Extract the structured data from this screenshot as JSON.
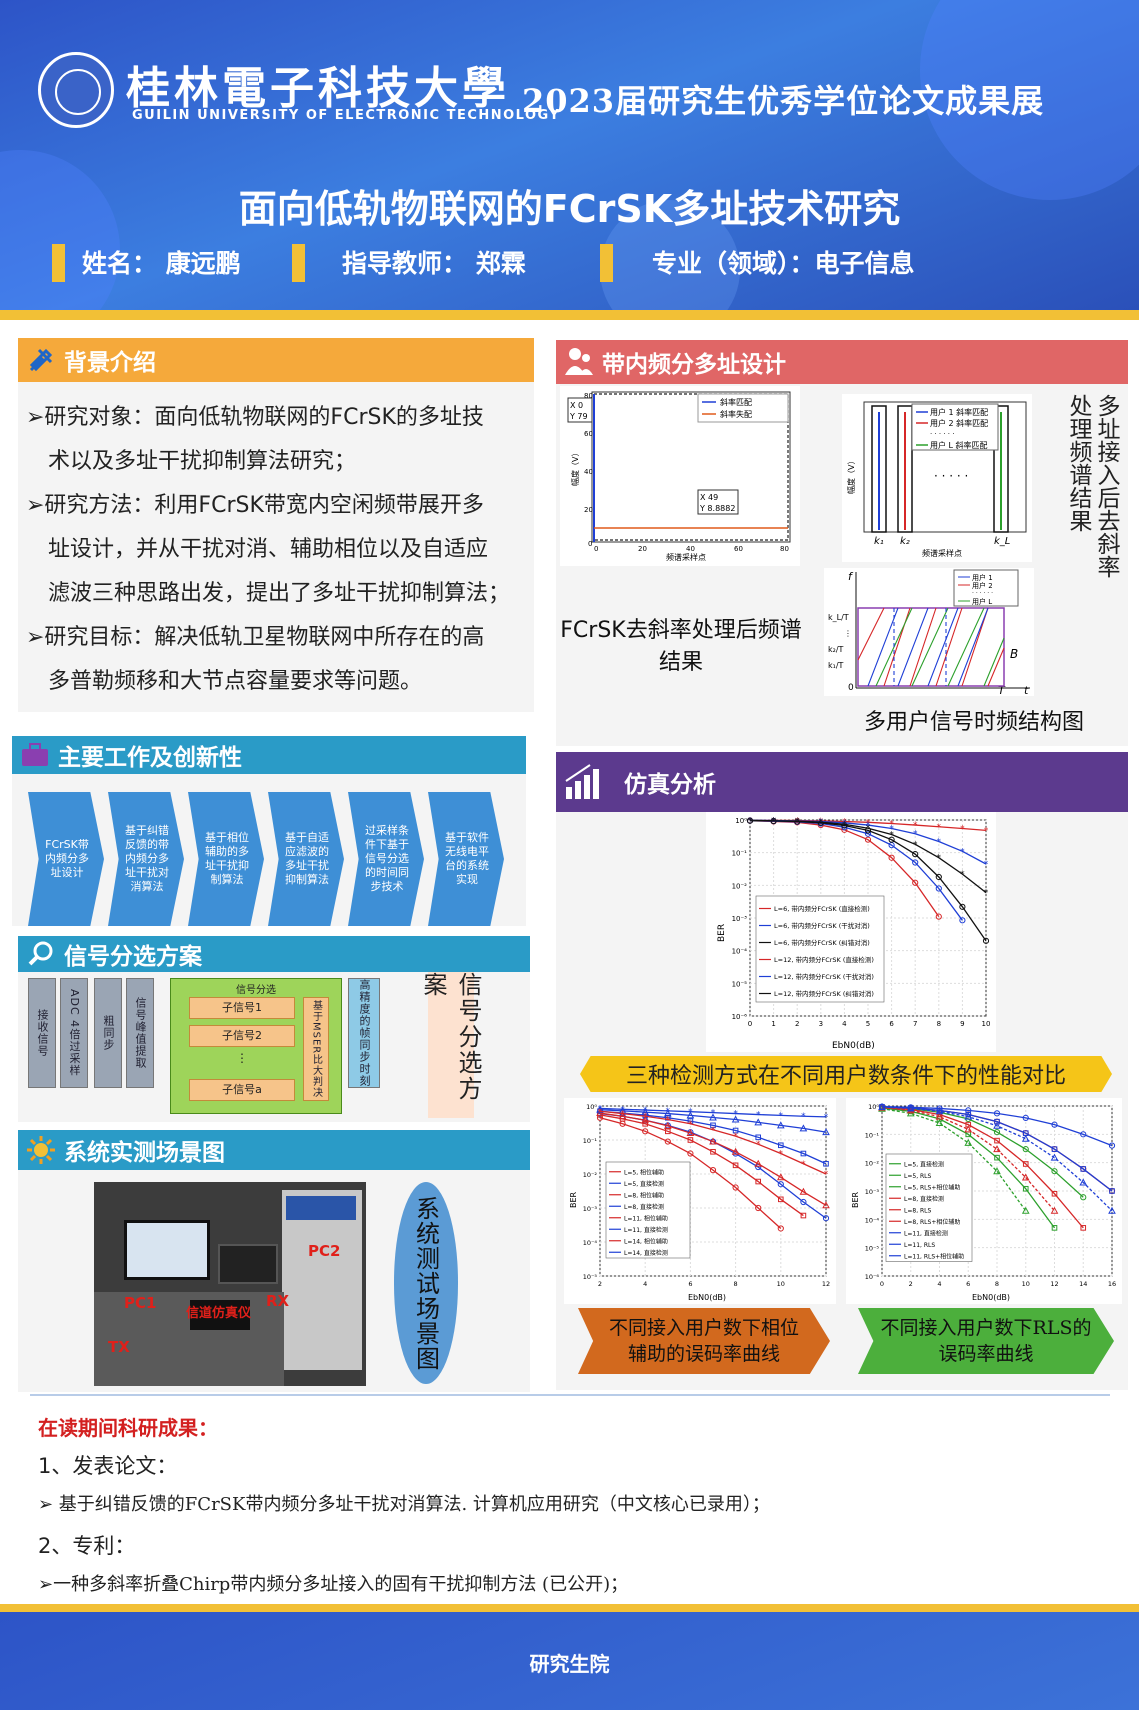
{
  "header": {
    "university_cn": "桂林電子科技大學",
    "university_en": "GUILIN UNIVERSITY OF ELECTRONIC TECHNOLOGY",
    "expo_title": "2023届研究生优秀学位论文成果展",
    "poster_title": "面向低轨物联网的FCrSK多址技术研究",
    "name": "姓名： 康远鹏",
    "advisor": "指导教师： 郑霖",
    "major": "专业（领域）：电子信息"
  },
  "colors": {
    "banner_blue": "#2d54c7",
    "accent_yellow": "#f2c036",
    "orange_header": "#f5a93b",
    "red_header": "#e06666",
    "purple_header": "#5c3a8e",
    "teal_header": "#2a9bc7"
  },
  "background": {
    "title": "背景介绍",
    "items": [
      "➢研究对象：面向低轨物联网的FCrSK的多址技",
      "术以及多址干扰抑制算法研究；",
      "➢研究方法：利用FCrSK带宽内空闲频带展开多",
      "址设计，并从干扰对消、辅助相位以及自适应",
      "滤波三种思路出发，提出了多址干扰抑制算法；",
      "➢研究目标：解决低轨卫星物联网中所存在的高",
      "多普勒频移和大节点容量要求等问题。"
    ]
  },
  "main_work": {
    "title": "主要工作及创新性",
    "steps": [
      "FCrSK带内频分多址设计",
      "基于纠错反馈的带内频分多址干扰对消算法",
      "基于相位辅助的多址干扰抑制算法",
      "基于自适应滤波的多址干扰抑制算法",
      "过采样条件下基于信号分选的时间同步技术",
      "基于软件无线电平台的系统实现"
    ]
  },
  "signal_sep": {
    "title": "信号分选方案",
    "blocks": [
      "接收信号",
      "ADC 4倍过采样",
      "粗同步",
      "信号峰值提取"
    ],
    "group_title": "信号分选",
    "subs": [
      "子信号1",
      "子信号2",
      "⋮",
      "子信号a"
    ],
    "mser": "基于MSER比大判决",
    "sync": "高精度的帧同步时刻",
    "caption": "信号分选方案"
  },
  "scene": {
    "title": "系统实测场景图",
    "caption": "系统测试场景图",
    "labels": [
      "PC2",
      "PC1",
      "信道仿真仪",
      "RX",
      "TX"
    ]
  },
  "band_design": {
    "title": "带内频分多址设计",
    "dechirp": {
      "caption": "FCrSK去斜率处理后频谱结果",
      "legend": [
        "斜率匹配",
        "斜率失配"
      ],
      "ylabel": "幅度（V）",
      "xlabel": "频谱采样点",
      "xticks": [
        "0",
        "20",
        "40",
        "60",
        "80"
      ],
      "yticks": [
        "80",
        "60",
        "40",
        "20",
        "0"
      ],
      "cursor1": [
        "X 0",
        "Y 79"
      ],
      "cursor2": [
        "X 49",
        "Y 8.8882"
      ]
    },
    "multi_spec": {
      "caption": "多址接入后去斜率处理频谱结果",
      "legend": [
        "用户 1 斜率匹配",
        "用户 2 斜率匹配",
        "· · · · · ·",
        "用户 L 斜率匹配"
      ],
      "ylabel": "幅度（V）",
      "xlabel": "频谱采样点",
      "ticks": [
        "k₁",
        "k₂",
        "k_L"
      ],
      "dots": "· · · · ·"
    },
    "tf": {
      "caption": "多用户信号时频结构图",
      "legend": [
        "用户 1",
        "用户 2",
        "· · · · · ·",
        "用户 L"
      ],
      "f": "f",
      "t": "t",
      "T": "T",
      "B": "B",
      "zero": "0",
      "yticks": [
        "k_L/T",
        "⋮",
        "k₂/T",
        "k₁/T"
      ]
    }
  },
  "simulation": {
    "title": "仿真分析",
    "banner": "三种检测方式在不同用户数条件下的性能对比",
    "caption_left": "不同接入用户数下相位辅助的误码率曲线",
    "caption_right": "不同接入用户数下RLS的误码率曲线"
  },
  "chart_data": [
    {
      "type": "line",
      "ylog": true,
      "xlabel": "EbN0(dB)",
      "ylabel": "BER",
      "xlim": [
        0,
        10
      ],
      "ylim": [
        1e-06,
        1
      ],
      "x": [
        0,
        1,
        2,
        3,
        4,
        5,
        6,
        7,
        8,
        9,
        10
      ],
      "xticks": [
        "0",
        "1",
        "2",
        "3",
        "4",
        "5",
        "6",
        "7",
        "8",
        "9",
        "10"
      ],
      "yticks": [
        "10⁰",
        "10⁻¹",
        "10⁻²",
        "10⁻³",
        "10⁻⁴",
        "10⁻⁵",
        "10⁻⁶"
      ],
      "series": [
        {
          "name": "L=6, 带内频分FCrSK (直接检测)",
          "color": "#d62728",
          "marker": "o",
          "values": [
            0.95,
            0.9,
            0.85,
            0.7,
            0.5,
            0.25,
            0.07,
            0.012,
            0.0011,
            null,
            null
          ]
        },
        {
          "name": "L=6, 带内频分FCrSK (干扰对消)",
          "color": "#1f3fd6",
          "marker": "o",
          "values": [
            0.95,
            0.92,
            0.88,
            0.78,
            0.6,
            0.38,
            0.17,
            0.05,
            0.008,
            0.00085,
            null
          ]
        },
        {
          "name": "L=6, 带内频分FCrSK (纠错对消)",
          "color": "#111111",
          "marker": "o",
          "values": [
            0.95,
            0.93,
            0.9,
            0.82,
            0.68,
            0.48,
            0.25,
            0.09,
            0.018,
            0.0022,
            0.0002
          ]
        },
        {
          "name": "L=12, 带内频分FCrSK (直接检测)",
          "color": "#d62728",
          "marker": "*",
          "values": [
            0.98,
            0.97,
            0.96,
            0.94,
            0.9,
            0.85,
            0.78,
            0.7,
            0.62,
            0.55,
            0.48
          ]
        },
        {
          "name": "L=12, 带内频分FCrSK (干扰对消)",
          "color": "#1f3fd6",
          "marker": "*",
          "values": [
            0.98,
            0.96,
            0.94,
            0.9,
            0.82,
            0.7,
            0.55,
            0.38,
            0.22,
            0.11,
            0.045
          ]
        },
        {
          "name": "L=12, 带内频分FCrSK (纠错对消)",
          "color": "#111111",
          "marker": "*",
          "values": [
            0.98,
            0.95,
            0.92,
            0.86,
            0.74,
            0.56,
            0.36,
            0.18,
            0.07,
            0.022,
            0.006
          ]
        }
      ]
    },
    {
      "type": "line",
      "ylog": true,
      "xlabel": "EbN0(dB)",
      "ylabel": "BER",
      "xlim": [
        2,
        12
      ],
      "ylim": [
        1e-05,
        1
      ],
      "x": [
        2,
        3,
        4,
        5,
        6,
        7,
        8,
        9,
        10,
        11,
        12
      ],
      "xticks": [
        "2",
        "4",
        "6",
        "8",
        "10",
        "12"
      ],
      "yticks": [
        "10⁰",
        "10⁻¹",
        "10⁻²",
        "10⁻³",
        "10⁻⁴",
        "10⁻⁵"
      ],
      "series": [
        {
          "name": "L=5, 相位辅助",
          "color": "#d62728",
          "marker": "o",
          "values": [
            0.45,
            0.3,
            0.18,
            0.09,
            0.04,
            0.013,
            0.004,
            0.001,
            0.00025,
            null,
            null
          ]
        },
        {
          "name": "L=5, 直接检测",
          "color": "#1f3fd6",
          "marker": "o",
          "values": [
            0.6,
            0.5,
            0.38,
            0.27,
            0.17,
            0.09,
            0.04,
            0.016,
            0.005,
            0.0015,
            0.0005
          ]
        },
        {
          "name": "L=8, 相位辅助",
          "color": "#d62728",
          "marker": "s",
          "values": [
            0.55,
            0.42,
            0.3,
            0.18,
            0.1,
            0.045,
            0.018,
            0.006,
            0.0018,
            0.0006,
            null
          ]
        },
        {
          "name": "L=8, 直接检测",
          "color": "#1f3fd6",
          "marker": "s",
          "values": [
            0.7,
            0.62,
            0.54,
            0.45,
            0.36,
            0.27,
            0.19,
            0.12,
            0.07,
            0.04,
            0.02
          ]
        },
        {
          "name": "L=11, 相位辅助",
          "color": "#d62728",
          "marker": "^",
          "values": [
            0.62,
            0.5,
            0.38,
            0.26,
            0.16,
            0.09,
            0.045,
            0.02,
            0.008,
            0.003,
            0.0012
          ]
        },
        {
          "name": "L=11, 直接检测",
          "color": "#1f3fd6",
          "marker": "^",
          "values": [
            0.78,
            0.72,
            0.66,
            0.6,
            0.53,
            0.46,
            0.4,
            0.33,
            0.27,
            0.22,
            0.17
          ]
        },
        {
          "name": "L=14, 相位辅助",
          "color": "#d62728",
          "marker": "*",
          "values": [
            0.7,
            0.6,
            0.5,
            0.4,
            0.3,
            0.2,
            0.13,
            0.075,
            0.04,
            0.02,
            0.01
          ]
        },
        {
          "name": "L=14, 直接检测",
          "color": "#1f3fd6",
          "marker": "*",
          "values": [
            0.85,
            0.8,
            0.76,
            0.72,
            0.68,
            0.64,
            0.6,
            0.56,
            0.53,
            0.5,
            0.48
          ]
        }
      ]
    },
    {
      "type": "line",
      "ylog": true,
      "xlabel": "EbN0(dB)",
      "ylabel": "BER",
      "xlim": [
        0,
        16
      ],
      "ylim": [
        1e-06,
        1
      ],
      "x": [
        0,
        2,
        4,
        6,
        8,
        10,
        12,
        14,
        16
      ],
      "xticks": [
        "0",
        "2",
        "4",
        "6",
        "8",
        "10",
        "12",
        "14",
        "16"
      ],
      "yticks": [
        "10⁰",
        "10⁻¹",
        "10⁻²",
        "10⁻³",
        "10⁻⁴",
        "10⁻⁵",
        "10⁻⁶"
      ],
      "series": [
        {
          "name": "L=5, 直接检测",
          "color": "#2ca02c",
          "marker": "o",
          "values": [
            0.9,
            0.8,
            0.6,
            0.35,
            0.12,
            0.03,
            0.005,
            0.0006,
            null
          ]
        },
        {
          "name": "L=5, RLS",
          "color": "#2ca02c",
          "marker": "s",
          "values": [
            0.85,
            0.65,
            0.35,
            0.1,
            0.015,
            0.0012,
            5e-05,
            null,
            null
          ]
        },
        {
          "name": "L=5, RLS+相位辅助",
          "color": "#2ca02c",
          "marker": "^",
          "values": [
            0.8,
            0.55,
            0.25,
            0.05,
            0.005,
            0.0002,
            null,
            null,
            null
          ]
        },
        {
          "name": "L=8, 直接检测",
          "color": "#d62728",
          "marker": "o",
          "values": [
            0.92,
            0.85,
            0.7,
            0.5,
            0.28,
            0.11,
            0.03,
            0.006,
            0.001
          ]
        },
        {
          "name": "L=8, RLS",
          "color": "#d62728",
          "marker": "s",
          "values": [
            0.9,
            0.75,
            0.5,
            0.22,
            0.06,
            0.009,
            0.0008,
            5e-05,
            null
          ]
        },
        {
          "name": "L=8, RLS+相位辅助",
          "color": "#d62728",
          "marker": "^",
          "values": [
            0.88,
            0.7,
            0.42,
            0.15,
            0.03,
            0.003,
            0.0002,
            null,
            null
          ]
        },
        {
          "name": "L=11, 直接检测",
          "color": "#1f3fd6",
          "marker": "o",
          "values": [
            0.95,
            0.9,
            0.82,
            0.7,
            0.55,
            0.38,
            0.22,
            0.1,
            0.04
          ]
        },
        {
          "name": "L=11, RLS",
          "color": "#1f3fd6",
          "marker": "s",
          "values": [
            0.93,
            0.85,
            0.7,
            0.5,
            0.28,
            0.11,
            0.03,
            0.006,
            0.001
          ]
        },
        {
          "name": "L=11, RLS+相位辅助",
          "color": "#1f3fd6",
          "marker": "^",
          "values": [
            0.92,
            0.82,
            0.65,
            0.42,
            0.2,
            0.07,
            0.015,
            0.002,
            0.0002
          ]
        }
      ]
    }
  ],
  "results": {
    "heading": "在读期间科研成果：",
    "s1": "1、发表论文：",
    "paper": "➢ 基于纠错反馈的FCrSK带内频分多址干扰对消算法. 计算机应用研究（中文核心已录用）；",
    "s2": "2、专利：",
    "patent": "➢一种多斜率折叠Chirp带内频分多址接入的固有干扰抑制方法 (已公开)；"
  },
  "footer": {
    "text": "研究生院"
  }
}
